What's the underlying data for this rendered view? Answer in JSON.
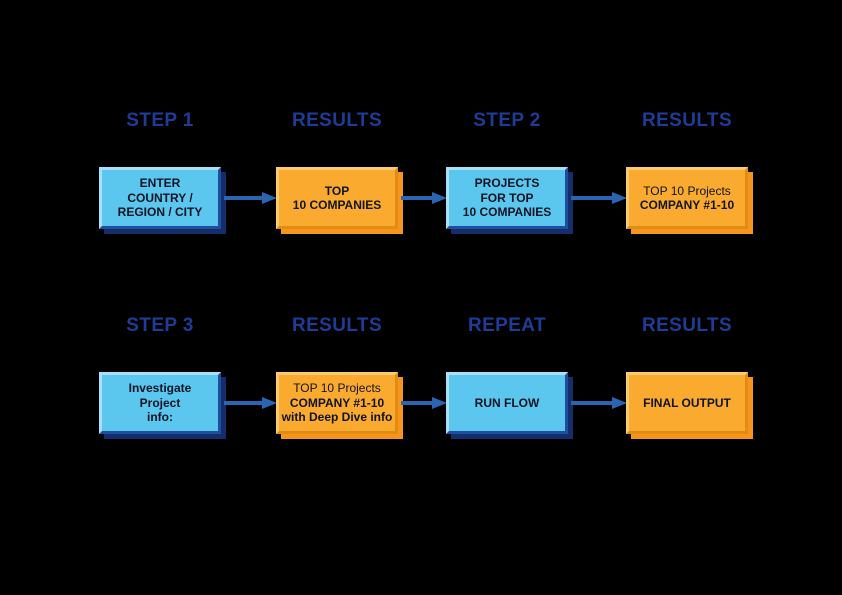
{
  "diagram": {
    "title": "Flow diagram: country/region input to final output",
    "colors": {
      "background": "#000000",
      "header_text": "#1E3C96",
      "arrow": "#2B65B2",
      "box_text": "#101423",
      "blue_fill": "#5BC6EE",
      "blue_highlight": "#A9DFF7",
      "blue_border": "#1D4F9E",
      "blue_shadow": "#152E6B",
      "orange_fill": "#F9AA2F",
      "orange_highlight": "#FBCB71",
      "orange_border": "#E08E12",
      "orange_shadow": "#F7941D"
    },
    "rows": [
      {
        "headers": [
          "STEP 1",
          "RESULTS",
          "STEP 2",
          "RESULTS"
        ],
        "boxes": [
          {
            "color": "blue",
            "lines": [
              "ENTER",
              "COUNTRY /",
              "REGION / CITY"
            ]
          },
          {
            "color": "orange",
            "lines": [
              "TOP",
              "10 COMPANIES"
            ]
          },
          {
            "color": "blue",
            "lines": [
              "PROJECTS",
              "FOR TOP",
              "10 COMPANIES"
            ]
          },
          {
            "color": "orange",
            "lines": [
              "TOP 10 Projects",
              "COMPANY #1-10"
            ]
          }
        ]
      },
      {
        "headers": [
          "STEP 3",
          "RESULTS",
          "REPEAT",
          "RESULTS"
        ],
        "boxes": [
          {
            "color": "blue",
            "lines": [
              "Investigate",
              "Project",
              "info:"
            ]
          },
          {
            "color": "orange",
            "lines": [
              "TOP 10 Projects",
              "COMPANY #1-10",
              "with Deep Dive info"
            ]
          },
          {
            "color": "blue",
            "lines": [
              "RUN FLOW"
            ]
          },
          {
            "color": "orange",
            "lines": [
              "FINAL OUTPUT"
            ]
          }
        ]
      }
    ]
  }
}
